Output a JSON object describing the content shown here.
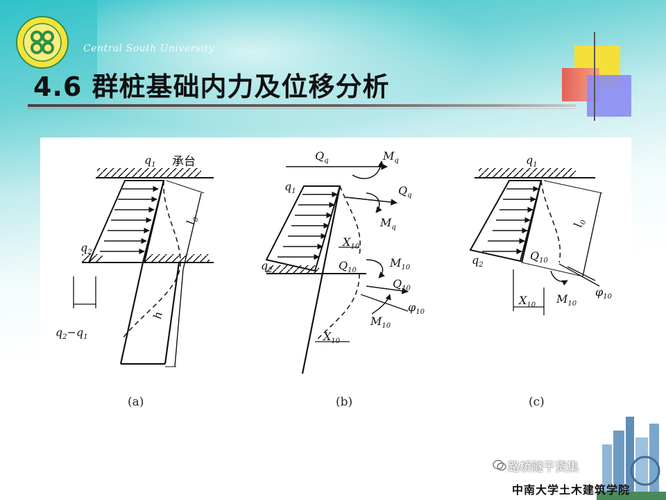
{
  "header": {
    "university_en": "Central South University",
    "title": "4.6 群桩基础内力及位移分析"
  },
  "figure": {
    "panels": [
      {
        "caption": "(a)",
        "labels": {
          "q1": "q",
          "q1_sub": "1",
          "cap": "承台",
          "q2": "q",
          "q2_sub": "2",
          "l0": "l",
          "l0_sub": "0",
          "h": "h",
          "diff": "q",
          "diff_sub": "2",
          "diff_rest": "−q",
          "diff_sub2": "1"
        }
      },
      {
        "caption": "(b)",
        "labels": {
          "Qq": "Q",
          "Qq_sub": "q",
          "Mq": "M",
          "Mq_sub": "q",
          "q1": "q",
          "q1_sub": "1",
          "Qq2": "Q",
          "Qq2_sub": "q",
          "Mq2": "M",
          "Mq2_sub": "q",
          "X10a": "X",
          "X10a_sub": "10",
          "q2": "q",
          "q2_sub": "2",
          "Q10": "Q",
          "Q10_sub": "10",
          "M10": "M",
          "M10_sub": "10",
          "Q10b": "Q",
          "Q10b_sub": "10",
          "phi10": "φ",
          "phi10_sub": "10",
          "M10b": "M",
          "M10b_sub": "10",
          "X10b": "X",
          "X10b_sub": "10"
        }
      },
      {
        "caption": "(c)",
        "labels": {
          "q1": "q",
          "q1_sub": "1",
          "l0": "l",
          "l0_sub": "0",
          "q2": "q",
          "q2_sub": "2",
          "Q10": "Q",
          "Q10_sub": "10",
          "M10": "M",
          "M10_sub": "10",
          "phi10": "φ",
          "phi10_sub": "10",
          "X10": "X",
          "X10_sub": "10"
        }
      }
    ]
  },
  "watermark": {
    "text": "路桥隧干货集"
  },
  "footer": {
    "text": "中南大学土木建筑学院"
  },
  "colors": {
    "teal": "#2fc2c9",
    "deco_yellow": "#f5e03a",
    "deco_red": "#e8554a",
    "deco_blue": "#8c8cf2"
  }
}
